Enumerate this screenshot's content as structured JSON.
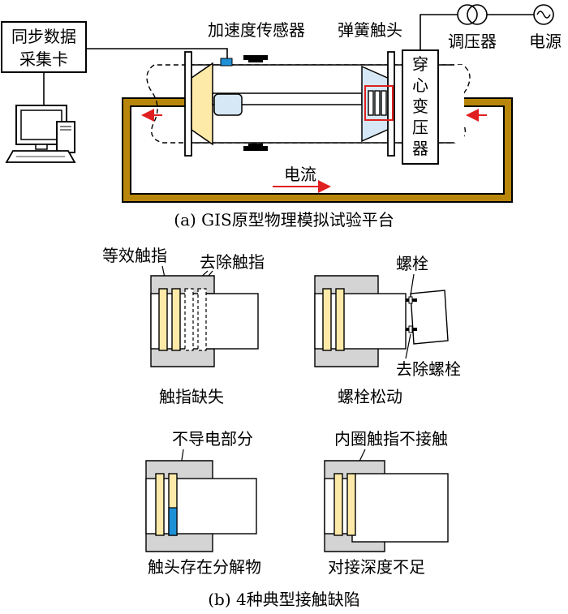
{
  "part_a": {
    "daq_card_line1": "同步数据",
    "daq_card_line2": "采集卡",
    "accelerometer": "加速度传感器",
    "spring_contact": "弹簧触头",
    "regulator": "调压器",
    "power_source": "电源",
    "transformer_chars": [
      "穿",
      "心",
      "变",
      "压",
      "器"
    ],
    "current": "电流",
    "caption": "(a)  GIS原型物理模拟试验平台"
  },
  "part_b": {
    "defects": [
      {
        "title": "触指缺失",
        "labels": [
          "等效触指",
          "去除触指"
        ]
      },
      {
        "title": "螺栓松动",
        "labels": [
          "螺栓",
          "去除螺栓"
        ]
      },
      {
        "title": "触头存在分解物",
        "labels": [
          "不导电部分"
        ]
      },
      {
        "title": "对接深度不足",
        "labels": [
          "内圈触指不接触"
        ]
      }
    ],
    "caption": "(b)  4种典型接触缺陷"
  },
  "colors": {
    "bus_frame": "#B8860B",
    "contact_finger": "#FDE9A8",
    "nonconductive": "#1E90D6",
    "housing": "#D4D4D4",
    "shield": "#D6E8F5",
    "current_arrow": "#E02020",
    "highlight_box": "#E02020"
  }
}
